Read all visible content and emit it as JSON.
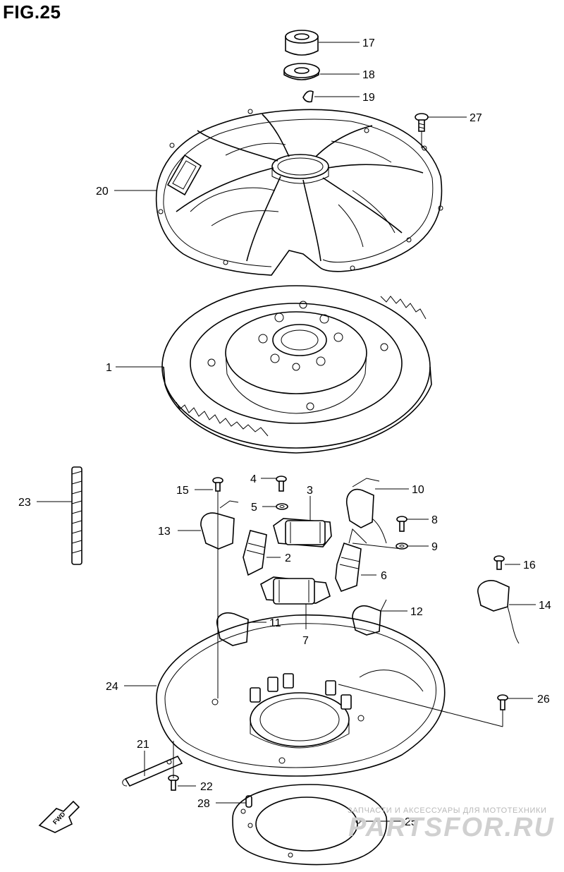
{
  "title": "FIG.25",
  "watermark": {
    "text": "ЗАПЧАСТИ И АКСЕССУАРЫ ДЛЯ МОТОТЕХНИКИ",
    "logo": "PARTSFOR.RU"
  },
  "callouts": [
    {
      "id": "17",
      "label": "17",
      "part": "nut"
    },
    {
      "id": "18",
      "label": "18",
      "part": "washer"
    },
    {
      "id": "19",
      "label": "19",
      "part": "key"
    },
    {
      "id": "27",
      "label": "27",
      "part": "screw"
    },
    {
      "id": "20",
      "label": "20",
      "part": "flywheel-cover"
    },
    {
      "id": "1",
      "label": "1",
      "part": "flywheel"
    },
    {
      "id": "4",
      "label": "4",
      "part": "screw"
    },
    {
      "id": "15",
      "label": "15",
      "part": "screw"
    },
    {
      "id": "3",
      "label": "3",
      "part": "coil"
    },
    {
      "id": "10",
      "label": "10",
      "part": "pulser-coil"
    },
    {
      "id": "5",
      "label": "5",
      "part": "washer"
    },
    {
      "id": "8",
      "label": "8",
      "part": "screw"
    },
    {
      "id": "23",
      "label": "23",
      "part": "protector"
    },
    {
      "id": "13",
      "label": "13",
      "part": "pulser-coil"
    },
    {
      "id": "9",
      "label": "9",
      "part": "washer"
    },
    {
      "id": "2",
      "label": "2",
      "part": "coil"
    },
    {
      "id": "6",
      "label": "6",
      "part": "coil"
    },
    {
      "id": "16",
      "label": "16",
      "part": "screw"
    },
    {
      "id": "14",
      "label": "14",
      "part": "sensor"
    },
    {
      "id": "12",
      "label": "12",
      "part": "pulser-coil"
    },
    {
      "id": "11",
      "label": "11",
      "part": "pulser-coil"
    },
    {
      "id": "7",
      "label": "7",
      "part": "coil"
    },
    {
      "id": "24",
      "label": "24",
      "part": "stator-base"
    },
    {
      "id": "26",
      "label": "26",
      "part": "screw"
    },
    {
      "id": "21",
      "label": "21",
      "part": "bracket"
    },
    {
      "id": "22",
      "label": "22",
      "part": "screw"
    },
    {
      "id": "28",
      "label": "28",
      "part": "pin"
    },
    {
      "id": "25",
      "label": "25",
      "part": "plate"
    }
  ],
  "fwd_label": "FWD"
}
